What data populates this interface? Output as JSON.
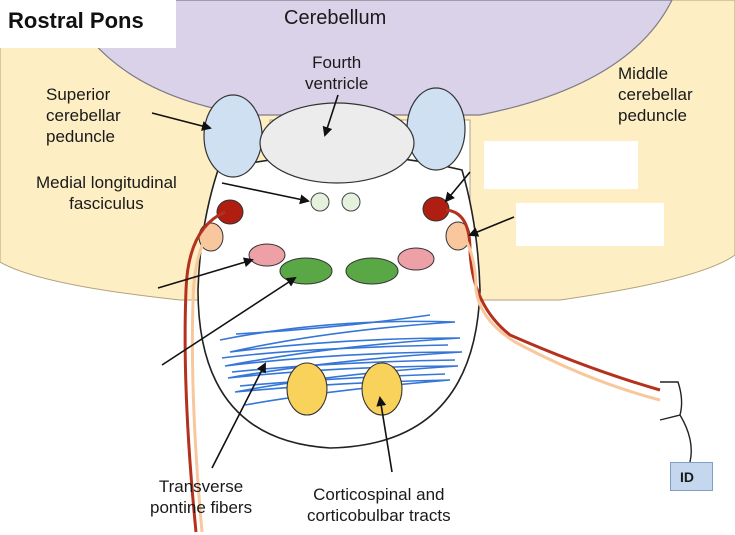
{
  "title": "Rostral Pons",
  "labels": {
    "cerebellum": "Cerebellum",
    "fourth_ventricle": "Fourth\nventricle",
    "superior_cerebellar_peduncle": "Superior\ncerebellar\npeduncle",
    "middle_cerebellar_peduncle": "Middle\ncerebellar\npeduncle",
    "medial_longitudinal_fasciculus": "Medial longitudinal\nfasciculus",
    "transverse_pontine_fibers": "Transverse\npontine fibers",
    "corticospinal_corticobulbar": "Corticospinal and\ncorticobulbar tracts",
    "id_button": "ID"
  },
  "colors": {
    "cerebellum": "#d9d2e9",
    "peduncle_region": "#fdeec4",
    "superior_peduncle": "#cfe0f2",
    "fourth_ventricle": "#ececec",
    "mlf": "#e3f1dd",
    "dark_red": "#b01e12",
    "peach": "#f8c79e",
    "pink": "#eda0a6",
    "green": "#5aa746",
    "blue_fibers": "#3576d8",
    "yellow": "#f9d25c",
    "red_tract": "#b4311e",
    "peach_tract": "#f8c89d",
    "id_fill": "#c5d7ee"
  }
}
